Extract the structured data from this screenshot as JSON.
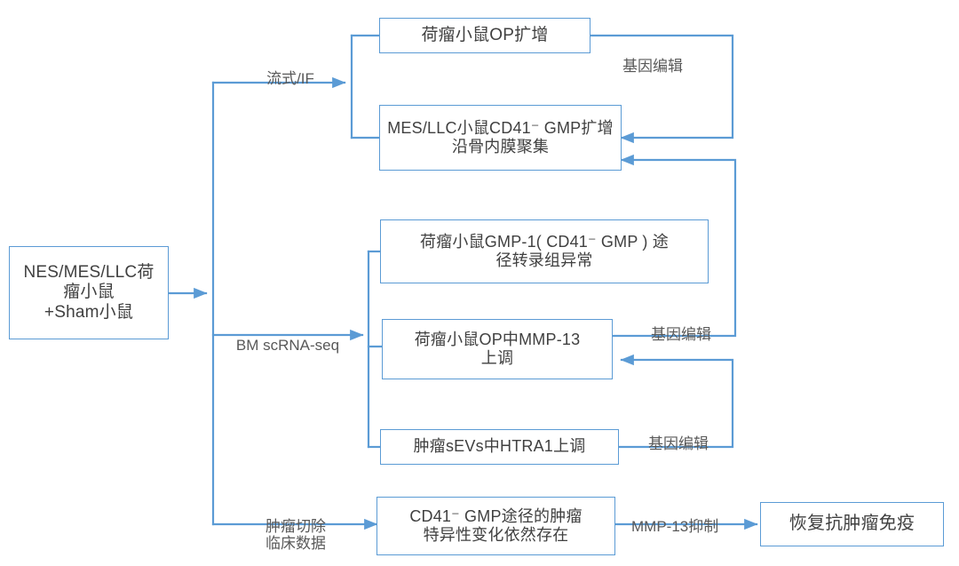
{
  "diagram": {
    "title": "Tumor-bearing mouse CD41- GMP pathway flowchart",
    "colors": {
      "line": "#5B9BD5",
      "node_border": "#5B9BD5",
      "node_text": "#404040",
      "label_text": "#595959",
      "background": "#FFFFFF"
    },
    "nodes": [
      {
        "id": "source",
        "name": "source-node",
        "text": "NES/MES/LLC荷\n瘤小鼠\n+Sham小鼠"
      },
      {
        "id": "op_expansion",
        "name": "op-expansion-node",
        "text": "荷瘤小鼠OP扩增"
      },
      {
        "id": "gmp_expansion",
        "name": "gmp-expansion-node",
        "text": "MES/LLC小鼠CD41⁻ GMP扩增\n沿骨内膜聚集"
      },
      {
        "id": "transcriptome",
        "name": "transcriptome-abnormal-node",
        "text": "荷瘤小鼠GMP-1( CD41⁻ GMP ) 途\n径转录组异常"
      },
      {
        "id": "mmp13",
        "name": "mmp13-upregulation-node",
        "text": "荷瘤小鼠OP中MMP-13\n上调"
      },
      {
        "id": "htra1",
        "name": "htra1-upregulation-node",
        "text": "肿瘤sEVs中HTRA1上调"
      },
      {
        "id": "clinical",
        "name": "clinical-persistence-node",
        "text": "CD41⁻ GMP途径的肿瘤\n特异性变化依然存在"
      },
      {
        "id": "immunity",
        "name": "restore-immunity-node",
        "text": "恢复抗肿瘤免疫"
      }
    ],
    "edge_labels": [
      {
        "id": "flow_if",
        "name": "edge-label-flow-if",
        "text": "流式/IF"
      },
      {
        "id": "bm_scrna",
        "name": "edge-label-bm-scrna-seq",
        "text": "BM scRNA-seq"
      },
      {
        "id": "resection",
        "name": "edge-label-tumor-resection",
        "text": "肿瘤切除\n临床数据"
      },
      {
        "id": "gene_edit_1",
        "name": "edge-label-gene-editing-op",
        "text": "基因编辑"
      },
      {
        "id": "gene_edit_2",
        "name": "edge-label-gene-editing-mmp13",
        "text": "基因编辑"
      },
      {
        "id": "gene_edit_3",
        "name": "edge-label-gene-editing-htra1",
        "text": "基因编辑"
      },
      {
        "id": "mmp13_inhibit",
        "name": "edge-label-mmp13-inhibition",
        "text": "MMP-13抑制"
      }
    ]
  }
}
